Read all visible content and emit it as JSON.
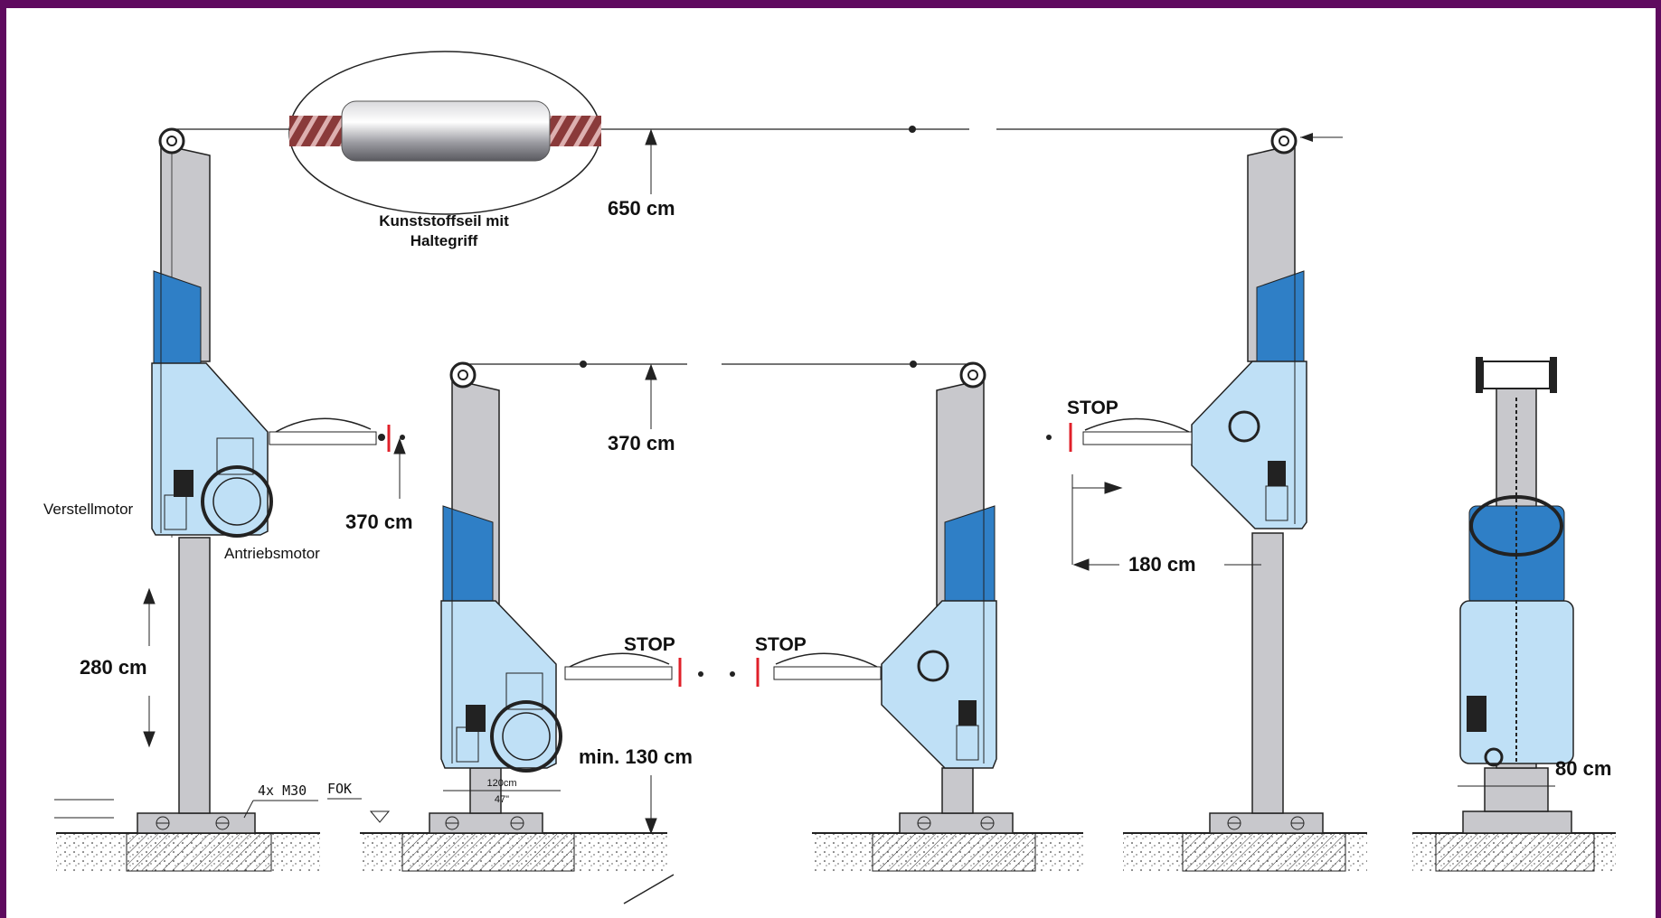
{
  "colors": {
    "frame": "#5f0a5f",
    "steel": "#c8c8cc",
    "housing_light": "#bfe0f6",
    "housing_dark": "#2f7fc6",
    "stop_red": "#e0202a",
    "rope_brown": "#8a3a3a"
  },
  "labels": {
    "rope_caption_line1": "Kunststoffseil mit",
    "rope_caption_line2": "Haltegriff",
    "dim_650": "650 cm",
    "dim_370_top": "370 cm",
    "dim_370_side": "370 cm",
    "dim_280": "280 cm",
    "dim_130": "min. 130 cm",
    "dim_180": "180 cm",
    "dim_80": "80 cm",
    "dim_120": "120cm",
    "dim_47": "47\"",
    "stop_1": "STOP",
    "stop_2": "STOP",
    "stop_3": "STOP",
    "verstellmotor": "Verstellmotor",
    "antriebsmotor": "Antriebsmotor",
    "bolts": "4x M30",
    "fok": "FOK"
  },
  "icons": {
    "pulley": "pulley-icon",
    "motor": "motor-icon",
    "rope": "rope-icon"
  }
}
